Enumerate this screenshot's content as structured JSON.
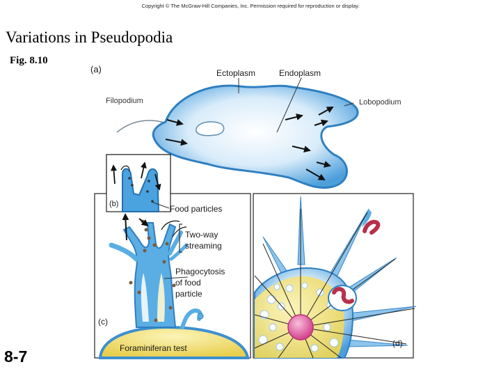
{
  "header": {
    "copyright": "Copyright © The McGraw-Hill Companies, Inc. Permission required for reproduction or display.",
    "title": "Variations in Pseudopodia",
    "figure_ref": "Fig. 8.10",
    "slide_number": "8-7"
  },
  "panel_a": {
    "tag": "(a)",
    "labels": {
      "ectoplasm": "Ectoplasm",
      "endoplasm": "Endoplasm",
      "filopodium": "Filopodium",
      "lobopodium": "Lobopodium"
    }
  },
  "panel_b": {
    "tag": "(b)",
    "labels": {
      "food_particles": "Food particles"
    }
  },
  "panel_c": {
    "tag": "(c)",
    "labels": {
      "two_way_1": "Two-way",
      "two_way_2": "streaming",
      "phago_1": "Phagocytosis",
      "phago_2": "of food",
      "phago_3": "particle",
      "foraminiferan_test": "Foraminiferan test"
    }
  },
  "panel_d": {
    "tag": "(d)"
  },
  "colors": {
    "cell_blue": "#3d9ad8",
    "cytoplasm_light": "#dbeefa",
    "test_yellow": "#f4e27a",
    "nucleus_pink": "#e0559b"
  }
}
